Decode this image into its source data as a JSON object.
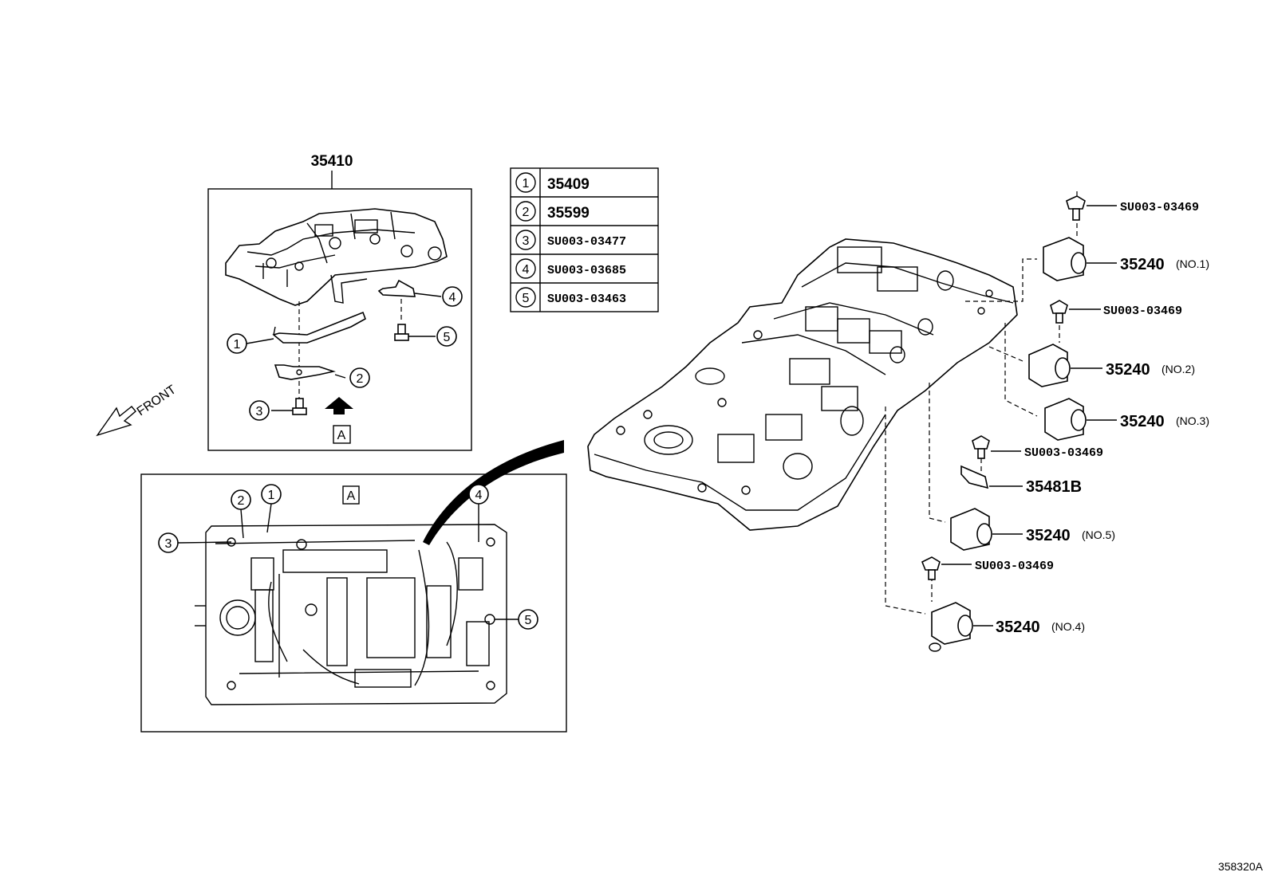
{
  "assembly": {
    "part_no": "35410"
  },
  "view_label": "A",
  "front_label": "FRONT",
  "legend": [
    {
      "num": "1",
      "part": "35409"
    },
    {
      "num": "2",
      "part": "35599"
    },
    {
      "num": "3",
      "part": "SU003-03477"
    },
    {
      "num": "4",
      "part": "SU003-03685"
    },
    {
      "num": "5",
      "part": "SU003-03463"
    }
  ],
  "callouts": [
    "1",
    "2",
    "3",
    "4",
    "5"
  ],
  "right_parts": [
    {
      "part": "SU003-03469"
    },
    {
      "part": "35240",
      "note": "(NO.1)"
    },
    {
      "part": "SU003-03469"
    },
    {
      "part": "35240",
      "note": "(NO.2)"
    },
    {
      "part": "35240",
      "note": "(NO.3)"
    },
    {
      "part": "SU003-03469"
    },
    {
      "part": "35481B"
    },
    {
      "part": "35240",
      "note": "(NO.5)"
    },
    {
      "part": "SU003-03469"
    },
    {
      "part": "35240",
      "note": "(NO.4)"
    }
  ],
  "diagram_id": "358320A"
}
